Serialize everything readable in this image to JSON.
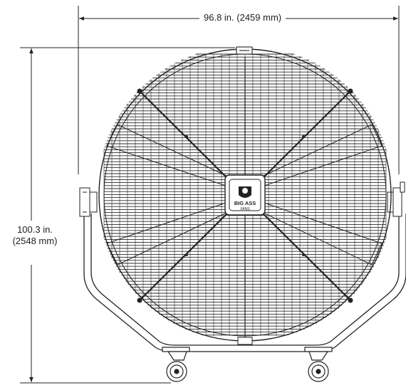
{
  "dimensions": {
    "width_label": "96.8 in. (2459 mm)",
    "height_label_line1": "100.3 in.",
    "height_label_line2": "(2548 mm)"
  },
  "hub": {
    "logo_text": "BIG ASS",
    "logo_subtext": "FANS"
  },
  "colors": {
    "line": "#222222",
    "grille": "#2a2a2a",
    "background": "#ffffff"
  }
}
